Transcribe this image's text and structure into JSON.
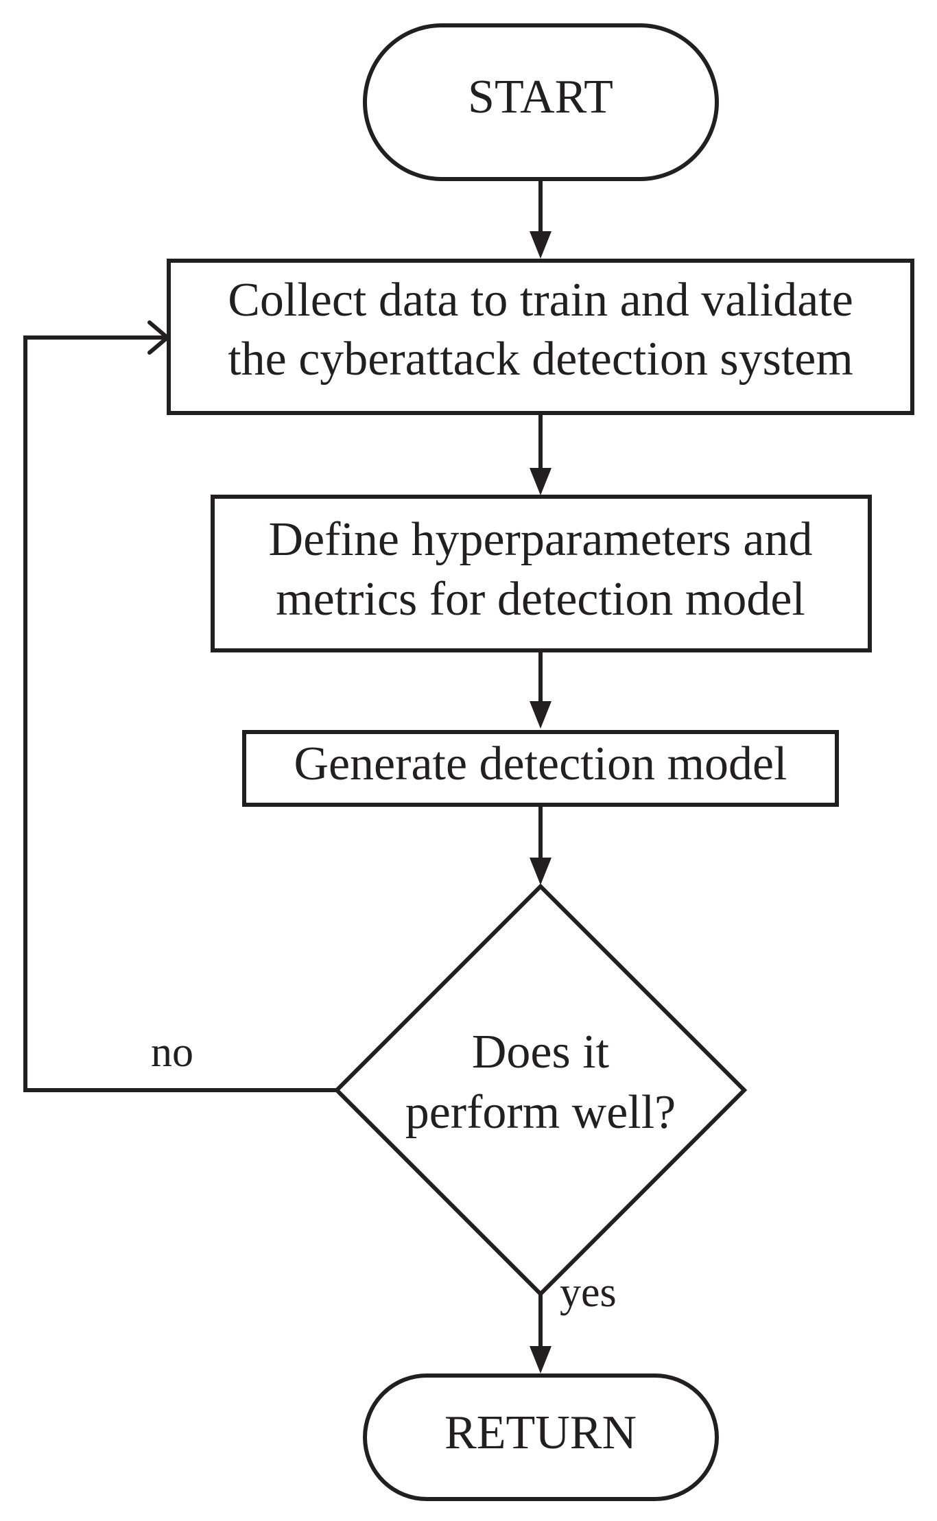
{
  "nodes": {
    "start": {
      "label": "START"
    },
    "collect": {
      "line1": "Collect data to train and validate",
      "line2": "the cyberattack detection system"
    },
    "define": {
      "line1": "Define hyperparameters and",
      "line2": "metrics for detection model"
    },
    "generate": {
      "label": "Generate detection model"
    },
    "decision": {
      "line1": "Does it",
      "line2": "perform well?"
    },
    "return": {
      "label": "RETURN"
    }
  },
  "edges": {
    "no_label": "no",
    "yes_label": "yes"
  }
}
